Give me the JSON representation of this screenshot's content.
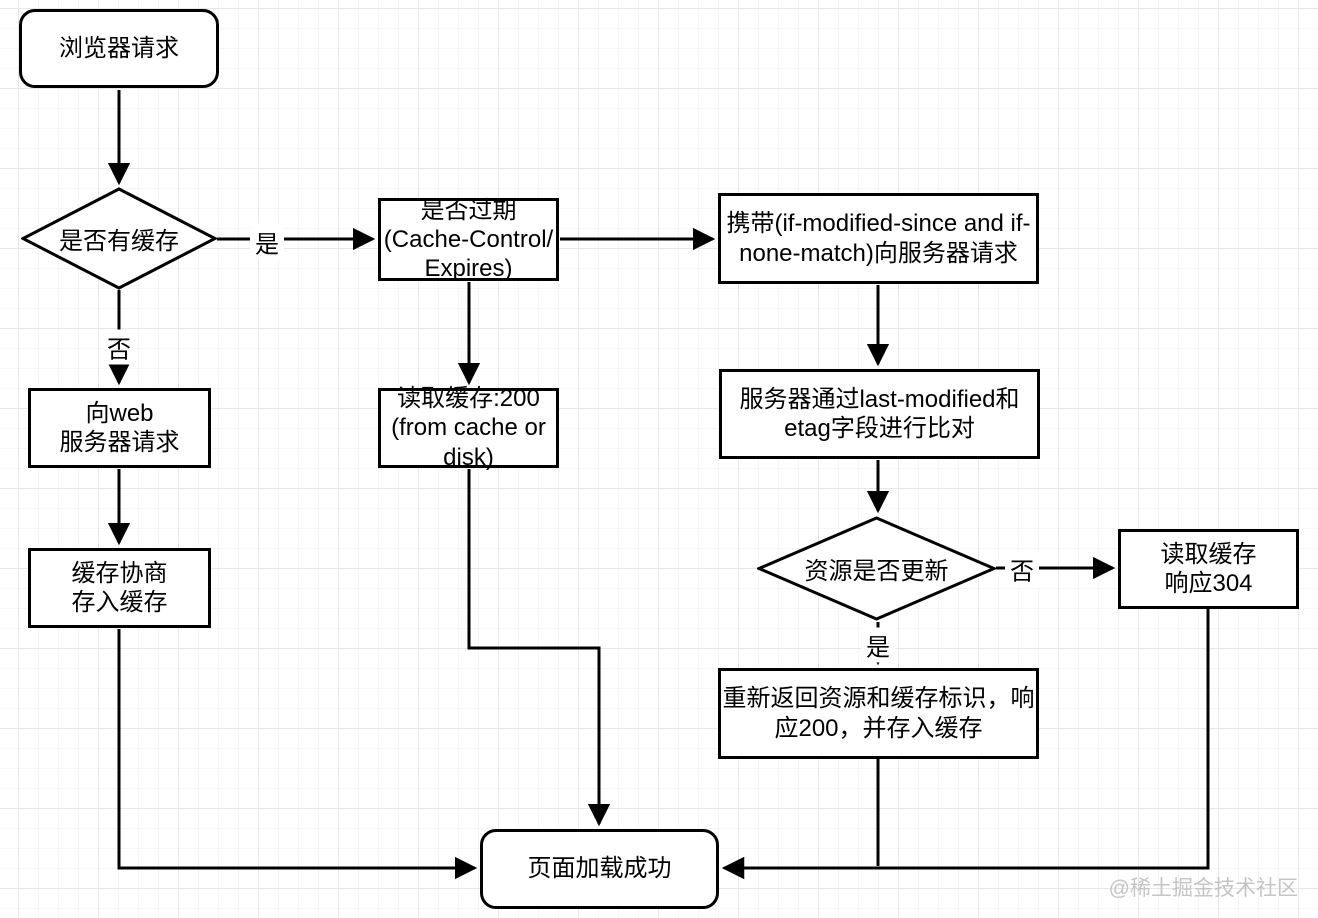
{
  "diagram": {
    "title_hint": "browser cache flowchart",
    "nodes": {
      "browser_request": {
        "label": "浏览器请求",
        "shape": "terminal"
      },
      "has_cache": {
        "label": "是否有缓存",
        "shape": "decision"
      },
      "is_expired": {
        "label": "是否过期\n(Cache-Control/\nExpires)",
        "shape": "process"
      },
      "request_with_headers": {
        "label": "携带(if-modified-since and if-\nnone-match)向服务器请求",
        "shape": "process"
      },
      "request_web_server": {
        "label": "向web\n服务器请求",
        "shape": "process"
      },
      "read_cache_200": {
        "label": "读取缓存:200\n(from cache or\ndisk)",
        "shape": "process"
      },
      "server_compare": {
        "label": "服务器通过last-modified和\netag字段进行比对",
        "shape": "process"
      },
      "cache_negotiate": {
        "label": "缓存协商\n存入缓存",
        "shape": "process"
      },
      "resource_updated": {
        "label": "资源是否更新",
        "shape": "decision"
      },
      "read_cache_304": {
        "label": "读取缓存\n响应304",
        "shape": "process"
      },
      "return_resource_200": {
        "label": "重新返回资源和缓存标识，响\n应200，并存入缓存",
        "shape": "process"
      },
      "page_load_success": {
        "label": "页面加载成功",
        "shape": "terminal"
      }
    },
    "edge_labels": {
      "yes1": "是",
      "no1": "否",
      "no2": "否",
      "yes2": "是"
    },
    "watermark": "@稀土掘金技术社区",
    "colors": {
      "stroke": "#000000",
      "node_fill": "#ffffff",
      "grid_minor": "#f6f6f6",
      "grid_major": "#e7e7e7",
      "watermark_text": "#c5c5c5"
    }
  }
}
